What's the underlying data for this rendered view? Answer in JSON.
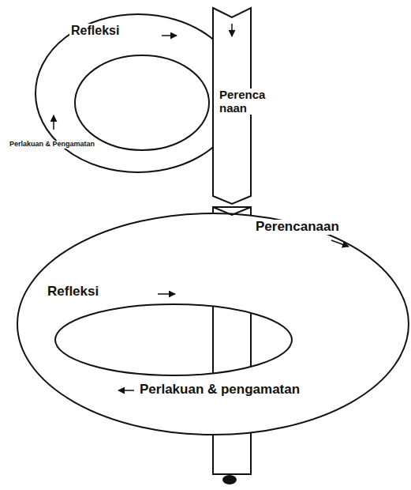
{
  "diagram": {
    "labels": [
      "Refleksi",
      "Perencanaan",
      "Perlakuan & Pengamatan",
      "Perencanaan",
      "Refleksi",
      "Perlakuan & pengamatan"
    ]
  }
}
